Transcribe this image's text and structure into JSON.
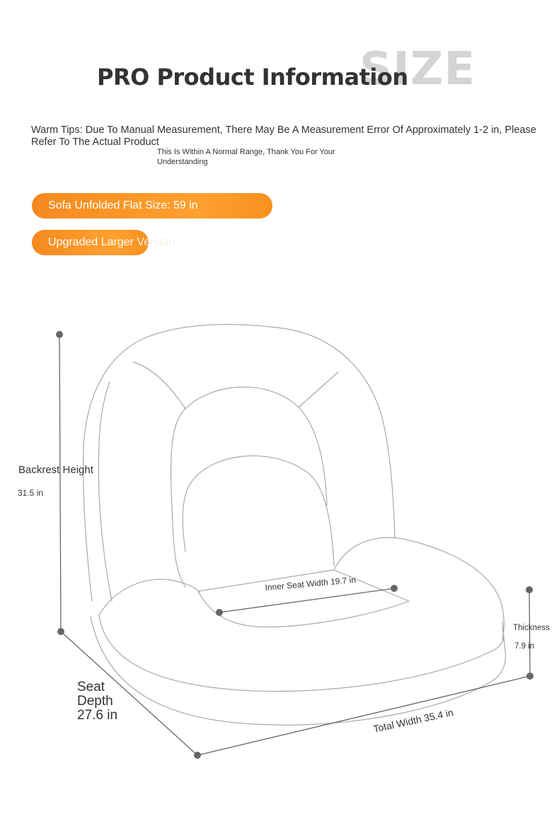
{
  "header": {
    "watermark": "SIZE",
    "title": "PRO Product Information"
  },
  "tips": {
    "main": "Warm Tips: Due To Manual Measurement, There May Be A Measurement Error Of Approximately 1-2 in, Please Refer To The Actual Product",
    "sub": "This Is Within A Normal Range, Thank You For Your Understanding"
  },
  "badges": {
    "unfolded": "Sofa Unfolded Flat Size: 59 in",
    "upgraded_visible": "Upgraded Larger",
    "upgraded_faded": " Version"
  },
  "dimensions": {
    "backrest_label": "Backrest Height",
    "backrest_value": "31.5 in",
    "seat_depth_label": "Seat Depth",
    "seat_depth_value": "27.6 in",
    "thickness_label": "Thickness",
    "thickness_value": "7.9 in",
    "inner_width": "Inner Seat Width 19.7 in",
    "total_width": "Total Width 35.4 in"
  },
  "colors": {
    "accent": "#f7901f",
    "title": "#333333",
    "watermark": "#d4d4d4",
    "outline": "#a8a8a8",
    "dimension_line": "#666666"
  }
}
